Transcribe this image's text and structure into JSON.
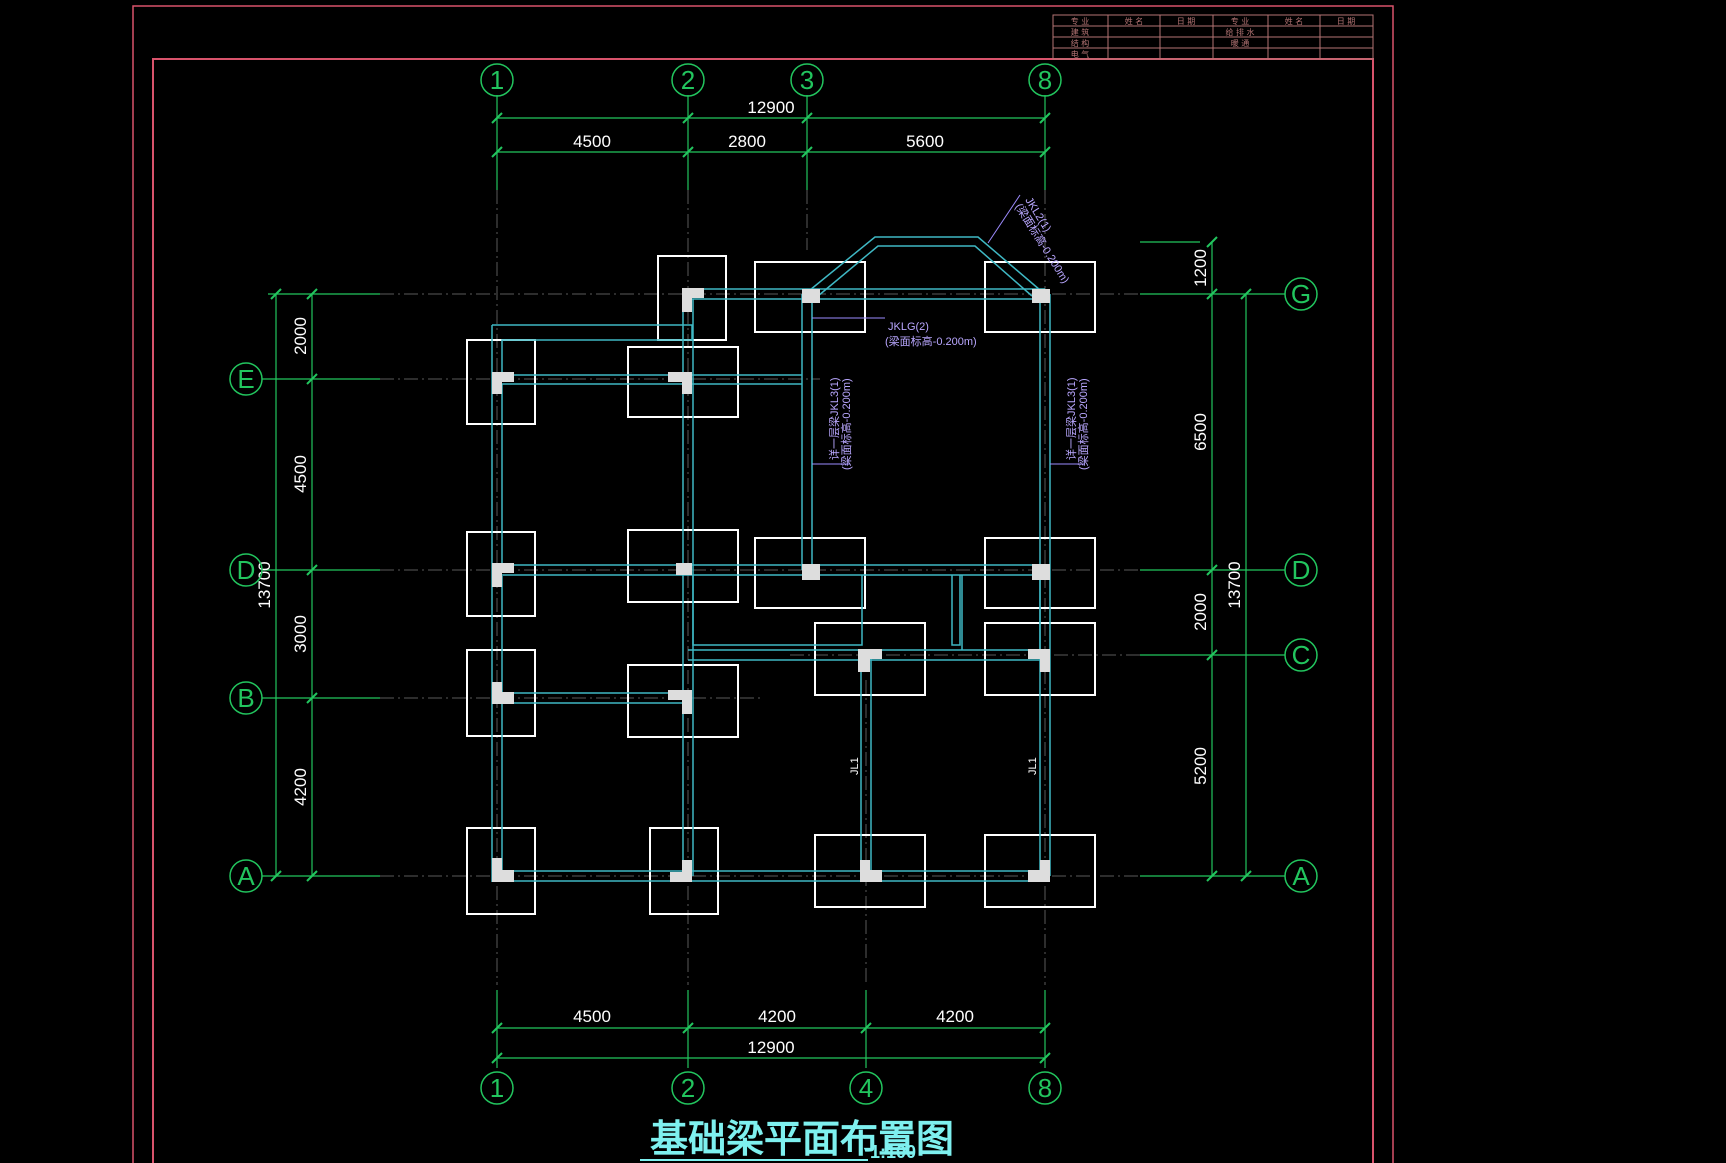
{
  "title": "基础梁平面布置图",
  "scale": "1:100",
  "colors": {
    "background": "#000000",
    "frame": "#d9536b",
    "dimension": "#22c55e",
    "footing": "#ffffff",
    "beam": "#3fb8c4",
    "axis": "#5a5a5a",
    "note": "#9d8cff",
    "title": "#7ef0ef"
  },
  "axes": {
    "top": [
      "1",
      "2",
      "3",
      "8"
    ],
    "bottom": [
      "1",
      "2",
      "4",
      "8"
    ],
    "left": [
      "E",
      "D",
      "B",
      "A"
    ],
    "right": [
      "G",
      "D",
      "C",
      "A"
    ]
  },
  "dimensions": {
    "top_total": "12900",
    "top_segments": [
      "4500",
      "2800",
      "5600"
    ],
    "bottom_total": "12900",
    "bottom_segments": [
      "4500",
      "4200",
      "4200"
    ],
    "left_total": "13700",
    "left_segments": [
      "2000",
      "4500",
      "3000",
      "4200"
    ],
    "right_total": "13700",
    "right_segments": [
      "1200",
      "6500",
      "2000",
      "5200"
    ]
  },
  "beam_labels": {
    "jklg2": "JKLG(2)",
    "jklg2_note": "(梁面标高-0.200m)",
    "jkl2": "JKL2(1)",
    "jkl2_note": "(梁面标高-0.200m)",
    "jkl3_left": "详一层梁JKL3(1)",
    "jkl3_left_note": "(梁面标高-0.200m)",
    "jkl3_right": "详一层梁JKL3(1)",
    "jkl3_right_note": "(梁面标高-0.200m)",
    "jl1_left": "JL1",
    "jl1_right": "JL1"
  },
  "title_block": {
    "row1": [
      "专 业",
      "姓 名",
      "日 期",
      "专 业",
      "姓 名",
      "日 期"
    ],
    "row2": [
      "建 筑",
      "",
      "",
      "给 排 水",
      "",
      ""
    ],
    "row3": [
      "结 构",
      "",
      "",
      "暖 通",
      "",
      ""
    ],
    "row4": [
      "电 气",
      "",
      "",
      "",
      "",
      ""
    ]
  }
}
